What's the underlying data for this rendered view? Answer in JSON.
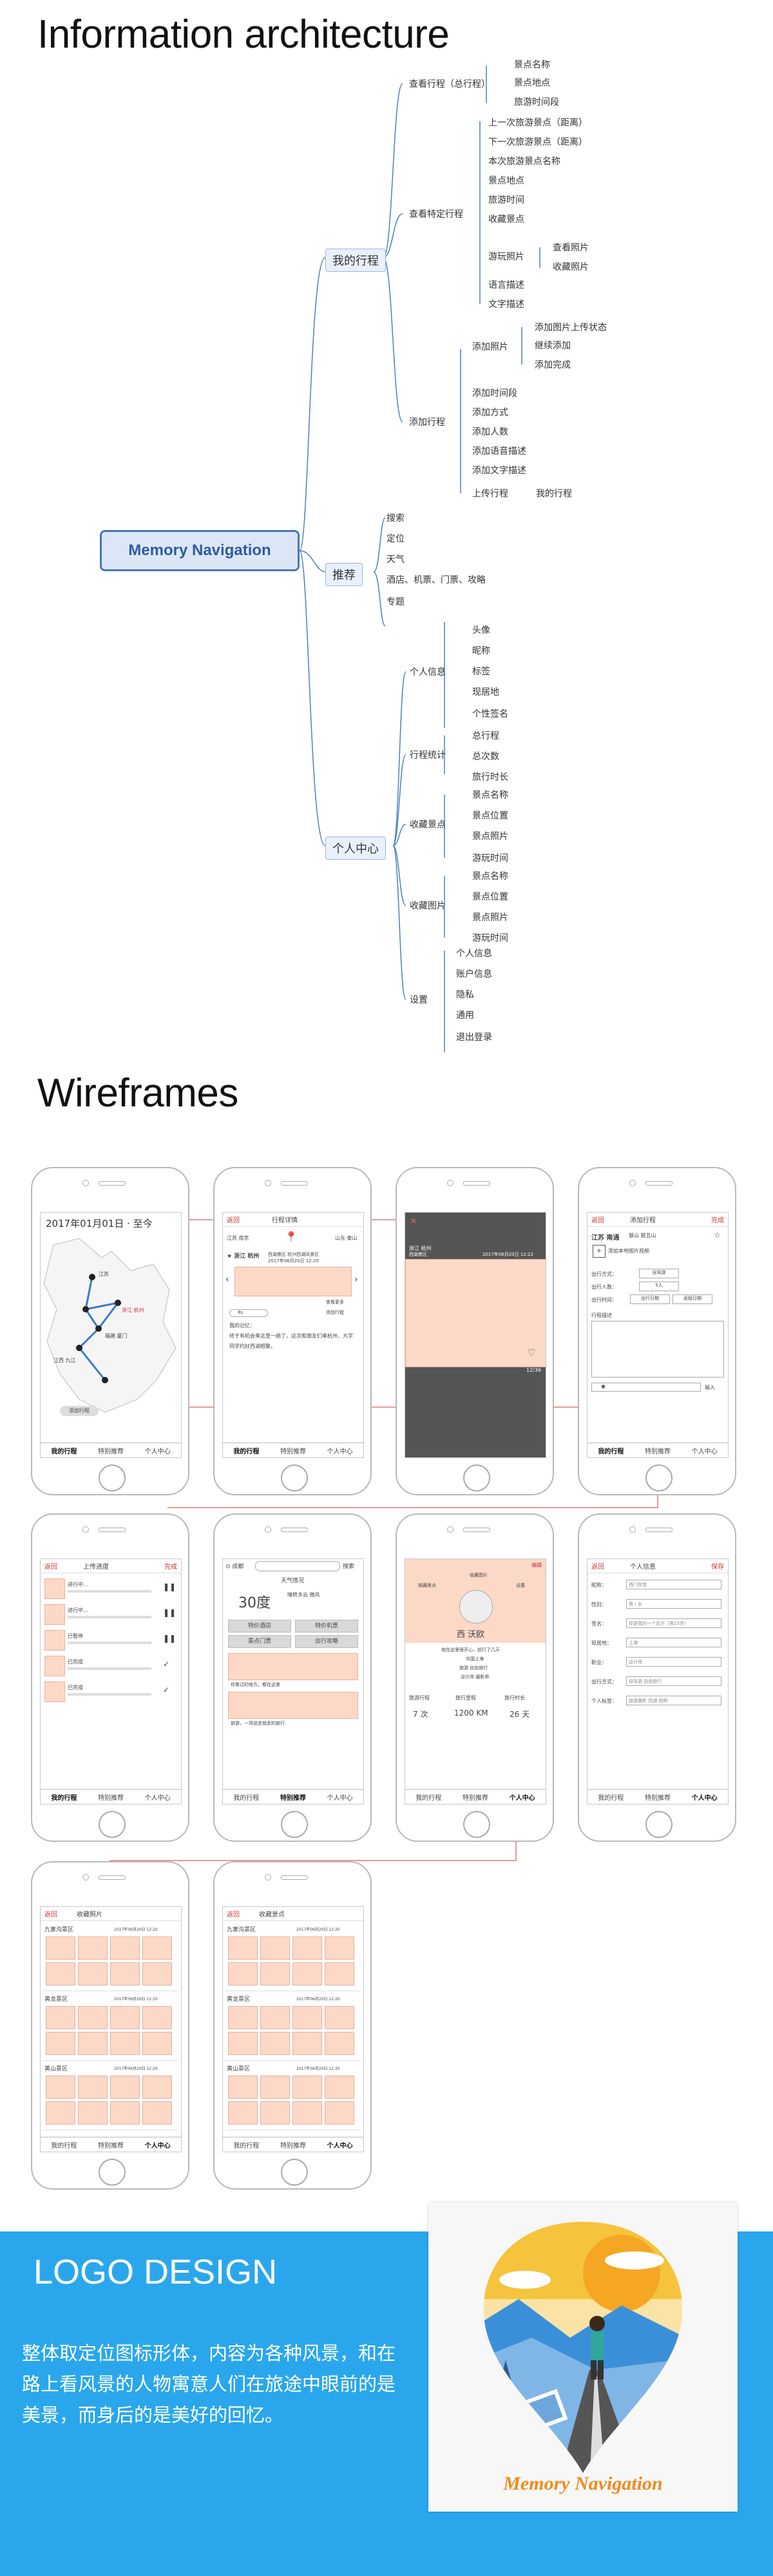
{
  "sections": {
    "ia_title": "Information architecture",
    "wf_title": "Wireframes",
    "logo_title": "LOGO DESIGN"
  },
  "mindmap": {
    "root": "Memory Navigation",
    "b1": {
      "label": "我的行程",
      "g1": {
        "label": "查看行程（总行程）",
        "items": [
          "景点名称",
          "景点地点",
          "旅游时间段"
        ]
      },
      "g2": {
        "label": "查看特定行程",
        "items": [
          "上一次旅游景点（距离）",
          "下一次旅游景点（距离）",
          "本次旅游景点名称",
          "景点地点",
          "旅游时间",
          "收藏景点"
        ],
        "photos": "游玩照片",
        "photo_items": [
          "查看照片",
          "收藏照片"
        ],
        "tail": [
          "语言描述",
          "文字描述"
        ]
      },
      "g3": {
        "label": "添加行程",
        "photo": "添加照片",
        "photo_items": [
          "添加图片上传状态",
          "继续添加",
          "添加完成"
        ],
        "items": [
          "添加时间段",
          "添加方式",
          "添加人数",
          "添加语音描述",
          "添加文字描述"
        ],
        "upload": "上传行程",
        "upload_item": "我的行程"
      }
    },
    "b2": {
      "label": "推荐",
      "items": [
        "搜索",
        "定位",
        "天气",
        "酒店、机票、门票、攻略",
        "专题"
      ]
    },
    "b3": {
      "label": "个人中心",
      "g1": {
        "label": "个人信息",
        "items": [
          "头像",
          "昵称",
          "标签",
          "现居地",
          "个性签名"
        ]
      },
      "g2": {
        "label": "行程统计",
        "items": [
          "总行程",
          "总次数",
          "旅行时长"
        ]
      },
      "g3": {
        "label": "收藏景点",
        "items": [
          "景点名称",
          "景点位置",
          "景点照片",
          "游玩时间"
        ]
      },
      "g4": {
        "label": "收藏图片",
        "items": [
          "景点名称",
          "景点位置",
          "景点照片",
          "游玩时间"
        ]
      },
      "g5": {
        "label": "设置",
        "items": [
          "个人信息",
          "账户信息",
          "隐私",
          "通用",
          "退出登录"
        ]
      }
    }
  },
  "wireframes": {
    "tabs": [
      "我的行程",
      "特别推荐",
      "个人中心"
    ],
    "p1": {
      "title": "2017年01月01日 · 至今",
      "pins": [
        "江苏",
        "浙江 杭州",
        "福建 厦门",
        "江西 九江"
      ],
      "btn": "添加行程"
    },
    "p2": {
      "back": "返回",
      "title": "行程详情",
      "dist1": "江苏 南京",
      "dist2": "山东 泰山",
      "place": "浙江 杭州",
      "place_sub": "西湖景区 杭州西湖风景区",
      "date": "2017年06月20日 12:20",
      "more": "查看更多",
      "voice": "8s",
      "desc_title": "我的记忆：",
      "desc": "终于有机会来这里一趟了，这次和朋友们来杭州，大学同学约好西湖相聚。",
      "add": "添加行程"
    },
    "p3": {
      "place": "浙江 杭州",
      "place_sub": "西湖景区",
      "date": "2017年06月20日 12:22",
      "likes": "12/36"
    },
    "p4": {
      "back": "返回",
      "title": "添加行程",
      "done": "完成",
      "place": "江苏 南通",
      "place2": "狼山 狼五山",
      "photo_hint": "添加本地图片视频",
      "m1": "出行方式：",
      "v1": "自驾游",
      "m2": "出行人数：",
      "v2": "5人",
      "m3": "出行时间：",
      "v3": "出行日期",
      "v4": "返程日期",
      "desc": "行程描述",
      "input": "输入"
    },
    "p5": {
      "back": "返回",
      "title": "上传进度",
      "ok": "完成",
      "rows": [
        "进行中...",
        "进行中...",
        "已暂停",
        "已完成",
        "已完成"
      ]
    },
    "p6": {
      "loc": "成都",
      "search": "搜索",
      "weather": "天气情况",
      "temp": "30度",
      "wind": "晴转多云 微风",
      "btns": [
        "特价酒店",
        "特价机票",
        "景点门票",
        "出行攻略"
      ],
      "topic1": "你看过的地方，都在这里",
      "topic2": "旅游，一场说走就走的旅行"
    },
    "p7": {
      "name": "西 沃欧",
      "sign": "他在这里很开心，前行了几天",
      "home": "中国上海",
      "tag": "旅游 自由旅行",
      "role": "设计师 摄影师",
      "stats_labels": [
        "旅游行程",
        "旅行里程",
        "旅行时长"
      ],
      "stats": [
        "7 次",
        "1200 KM",
        "26 天"
      ],
      "edit": "编辑",
      "menu": [
        "收藏景点",
        "收藏图片",
        "设置"
      ]
    },
    "p8": {
      "back": "返回",
      "title": "个人信息",
      "save": "保存",
      "fields": [
        {
          "k": "昵称：",
          "v": "西门吹雪"
        },
        {
          "k": "性别：",
          "v": "男 / 女"
        },
        {
          "k": "签名：",
          "v": "你是我的一个远方（限15字）"
        },
        {
          "k": "现居地：",
          "v": "上海"
        },
        {
          "k": "职业：",
          "v": "设计师"
        },
        {
          "k": "出行方式：",
          "v": "自驾游 自由旅行"
        },
        {
          "k": "个人标签：",
          "v": "旅游摄影 西湖 拍照"
        }
      ]
    },
    "p9": {
      "back": "返回",
      "title": "收藏照片",
      "groups": [
        "九寨沟景区",
        "黄龙景区",
        "黄山景区"
      ],
      "date": "2017年06月20日 12:20"
    },
    "p10": {
      "back": "返回",
      "title": "收藏景点",
      "groups": [
        "九寨沟景区",
        "黄龙景区",
        "黄山景区"
      ],
      "date": "2017年06月20日 12:20"
    }
  },
  "logo": {
    "desc": "整体取定位图标形体，内容为各种风景，和在路上看风景的人物寓意人们在旅途中眼前的是美景，而身后的是美好的回忆。",
    "wordmark": "Memory Navigation",
    "colors": {
      "band": "#2aa7ec",
      "sky": "#f6c33d",
      "sun": "#f5a623",
      "hill": "#3b8fd9",
      "tree": "#2f5c8a",
      "wordmark": "#f08c1d"
    }
  }
}
